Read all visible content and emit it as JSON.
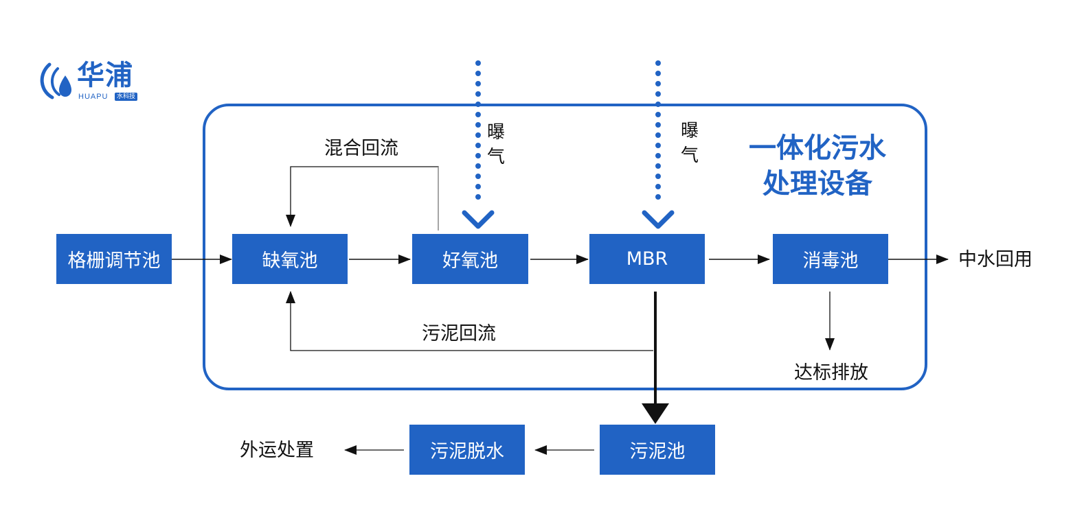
{
  "logo": {
    "brand": "华浦",
    "latin": "HUAPU",
    "tag": "水科技"
  },
  "equipment_title": [
    "一体化污水",
    "处理设备"
  ],
  "nodes": {
    "screen_tank": "格栅调节池",
    "anoxic_tank": "缺氧池",
    "aerobic_tank": "好氧池",
    "mbr": "MBR",
    "disinfection_tank": "消毒池",
    "sludge_tank": "污泥池",
    "sludge_dewatering": "污泥脱水"
  },
  "labels": {
    "mixed_reflux": "混合回流",
    "sludge_reflux": "污泥回流",
    "aeration_1": [
      "曝",
      "气"
    ],
    "aeration_2": [
      "曝",
      "气"
    ],
    "reclaimed_water": "中水回用",
    "discharge": "达标排放",
    "outbound_disposal": "外运处置"
  },
  "colors": {
    "accent": "#2163c4",
    "line": "#111111",
    "background": "#ffffff"
  }
}
